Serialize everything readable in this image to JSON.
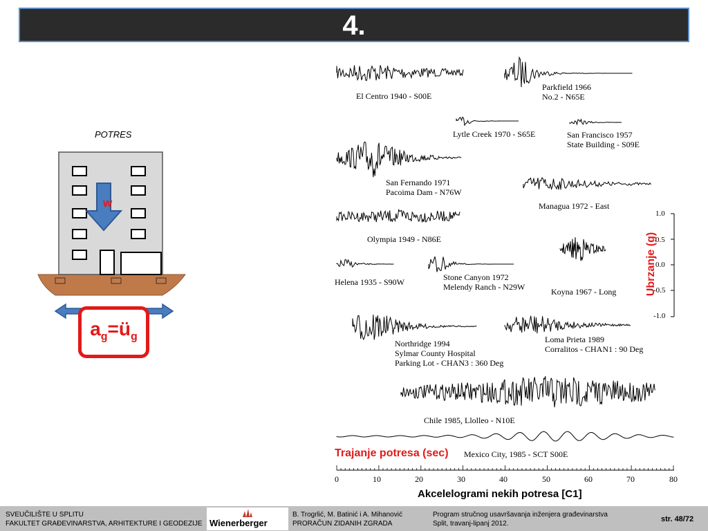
{
  "slide": {
    "title": "4."
  },
  "figure": {
    "potres_label": "POTRES",
    "w_label": "w",
    "ag_label": {
      "a": "a",
      "sub1": "g",
      "eq": "=ü",
      "sub2": "g"
    },
    "y_axis_label": "Ubrzanje (g)",
    "y_ticks": [
      "1.0",
      "0.5",
      "0.0",
      "-0.5",
      "-1.0"
    ],
    "x_axis_label": "Trajanje potresa (sec)",
    "x_ticks": [
      "0",
      "10",
      "20",
      "30",
      "40",
      "50",
      "60",
      "70",
      "80"
    ],
    "caption": "Akcelelogrami nekih potresa [C1]",
    "records": [
      {
        "lines": [
          "El Centro 1940 - S00E"
        ]
      },
      {
        "lines": [
          "Parkfield 1966",
          "No.2 - N65E"
        ]
      },
      {
        "lines": [
          "Lytle Creek 1970 - S65E"
        ]
      },
      {
        "lines": [
          "San Francisco 1957",
          "State Building - S09E"
        ]
      },
      {
        "lines": [
          "San Fernando 1971",
          "Pacoima Dam - N76W"
        ]
      },
      {
        "lines": [
          "Managua 1972 - East"
        ]
      },
      {
        "lines": [
          "Olympia 1949 - N86E"
        ]
      },
      {
        "lines": [
          "Helena 1935 - S90W"
        ]
      },
      {
        "lines": [
          "Stone Canyon 1972",
          "Melendy Ranch - N29W"
        ]
      },
      {
        "lines": [
          "Koyna 1967 - Long"
        ]
      },
      {
        "lines": [
          "Northridge 1994",
          "Sylmar County Hospital",
          "Parking Lot - CHAN3 : 360 Deg"
        ]
      },
      {
        "lines": [
          "Loma Prieta 1989",
          "Corralitos - CHAN1 : 90 Deg"
        ]
      },
      {
        "lines": [
          "Chile 1985, Llolleo - N10E"
        ]
      },
      {
        "lines": [
          "Mexico City, 1985 - SCT S00E"
        ]
      }
    ]
  },
  "footer": {
    "left_line1": "SVEUČILIŠTE U SPLITU",
    "left_line2": "FAKULTET GRAĐEVINARSTVA, ARHITEKTURE I GEODEZIJE",
    "logo": "Wienerberger",
    "authors_line1": "B. Trogrlić, M. Batinić i A. Mihanović",
    "authors_line2": "PRORAČUN ZIDANIH ZGRADA",
    "program_line1": "Program stručnog usavršavanja inženjera građevinarstva",
    "program_line2": "Split, travanj-lipanj 2012.",
    "page": "str. 48/72"
  },
  "colors": {
    "accent_red": "#e21a1a",
    "arrow_blue": "#4a7cc0",
    "ground": "#c07a4a",
    "title_bg": "#2b2b2b"
  }
}
